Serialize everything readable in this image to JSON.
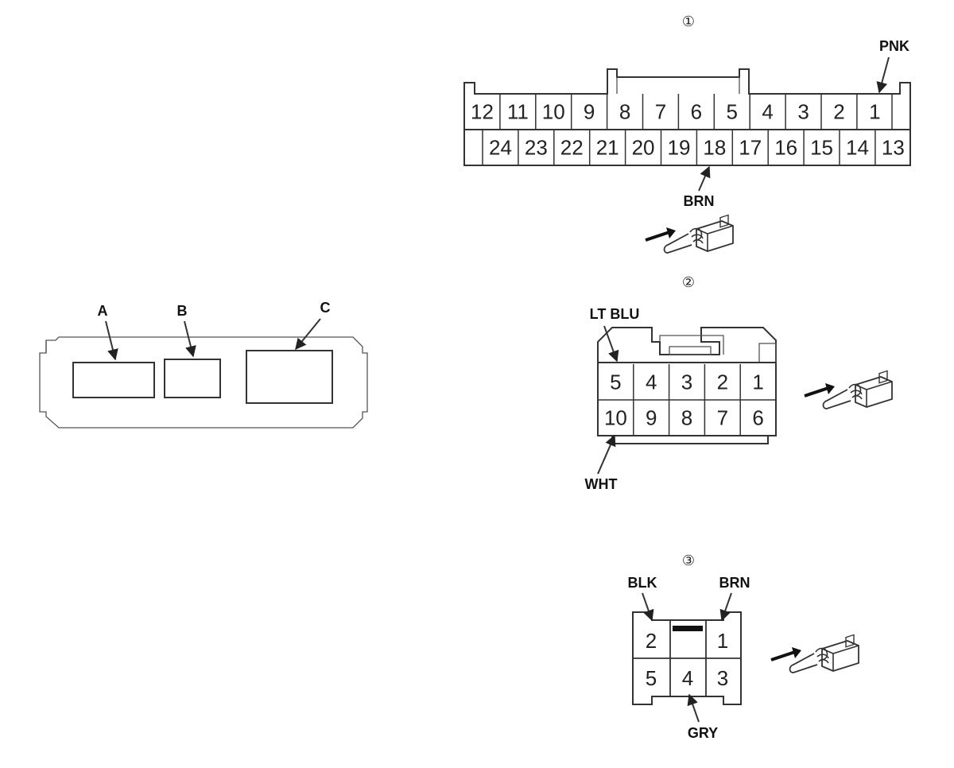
{
  "panel": {
    "labels": [
      "A",
      "B",
      "C"
    ]
  },
  "connector1": {
    "number": "①",
    "top_row": [
      "12",
      "11",
      "10",
      "9",
      "8",
      "7",
      "6",
      "5",
      "4",
      "3",
      "2",
      "1"
    ],
    "bottom_row": [
      "24",
      "23",
      "22",
      "21",
      "20",
      "19",
      "18",
      "17",
      "16",
      "15",
      "14",
      "13"
    ],
    "wires": {
      "pnk": "PNK",
      "brn": "BRN"
    }
  },
  "connector2": {
    "number": "②",
    "top_row": [
      "5",
      "4",
      "3",
      "2",
      "1"
    ],
    "bottom_row": [
      "10",
      "9",
      "8",
      "7",
      "6"
    ],
    "wires": {
      "lt_blu": "LT BLU",
      "wht": "WHT"
    }
  },
  "connector3": {
    "number": "③",
    "top_row": [
      "2",
      "1"
    ],
    "bottom_row": [
      "5",
      "4",
      "3"
    ],
    "wires": {
      "blk": "BLK",
      "brn": "BRN",
      "gry": "GRY"
    }
  }
}
